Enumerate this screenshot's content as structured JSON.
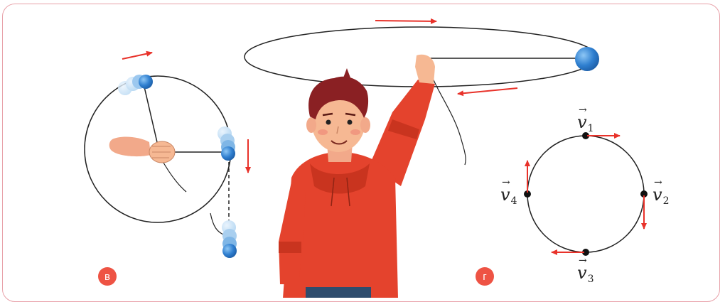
{
  "panels": [
    {
      "label": "в"
    },
    {
      "label": "г"
    }
  ],
  "vectors": [
    {
      "symbol": "v",
      "subscript": "1"
    },
    {
      "symbol": "v",
      "subscript": "2"
    },
    {
      "symbol": "v",
      "subscript": "3"
    },
    {
      "symbol": "v",
      "subscript": "4"
    }
  ],
  "colors": {
    "accent": "#e8322a",
    "badge": "#ee5344",
    "ball": "#2f7fd0",
    "shirt": "#e4432d",
    "hair": "#8a2023",
    "skin": "#f6b893",
    "frame_border": "#e8a0a8"
  }
}
